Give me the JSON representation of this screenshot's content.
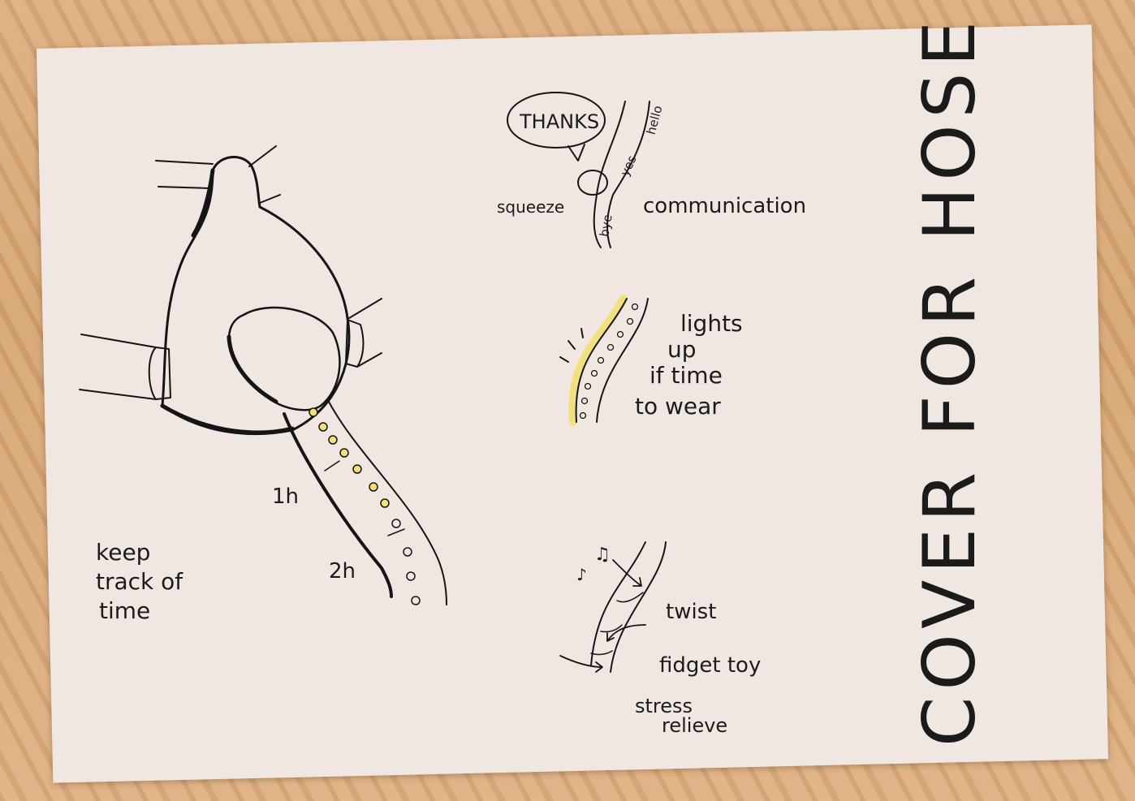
{
  "labels": {
    "thanks": "THANKS",
    "hello": "hello",
    "yes": "yes",
    "bye": "bye",
    "squeeze": "squeeze",
    "communication": "communication",
    "lights": "lights",
    "up": "up",
    "if_time": "if time",
    "to_wear": "to wear",
    "one_hour": "1h",
    "two_hour": "2h",
    "keep": "keep",
    "track_of": "track of",
    "time": "time",
    "twist": "twist",
    "fidget_toy": "fidget toy",
    "stress": "stress",
    "relieve": "relieve",
    "title": "COVER FOR HOSE"
  },
  "colors": {
    "paper": "#f1e7e2",
    "ink": "#151515",
    "highlight": "#f2e07a",
    "table": "#d9a878"
  }
}
